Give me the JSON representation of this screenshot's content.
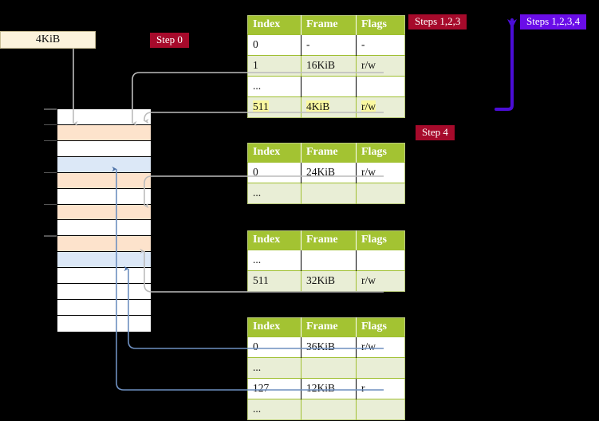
{
  "source": {
    "label": "4KiB"
  },
  "badges": [
    {
      "name": "step-0",
      "text": "Step 0",
      "color": "#A60A2B"
    },
    {
      "name": "steps-1-2-3",
      "text": "Steps 1,2,3",
      "color": "#A60A2B"
    },
    {
      "name": "steps-1-2-3-4",
      "text": "Steps 1,2,3,4",
      "color": "#6A0DE8"
    },
    {
      "name": "step-4",
      "text": "Step 4",
      "color": "#A60A2B"
    }
  ],
  "columns": {
    "index": "Index",
    "frame": "Frame",
    "flags": "Flags"
  },
  "tables": [
    {
      "name": "page-table-1",
      "rows": [
        {
          "index": "0",
          "frame": "-",
          "flags": "-",
          "alt": false,
          "highlight": false
        },
        {
          "index": "1",
          "frame": "16KiB",
          "flags": "r/w",
          "alt": true,
          "highlight": false
        },
        {
          "index": "...",
          "frame": "",
          "flags": "",
          "alt": false,
          "highlight": false
        },
        {
          "index": "511",
          "frame": "4KiB",
          "flags": "r/w",
          "alt": true,
          "highlight": true
        }
      ]
    },
    {
      "name": "page-table-2",
      "rows": [
        {
          "index": "0",
          "frame": "24KiB",
          "flags": "r/w",
          "alt": false,
          "highlight": false
        },
        {
          "index": "...",
          "frame": "",
          "flags": "",
          "alt": true,
          "highlight": false
        }
      ]
    },
    {
      "name": "page-table-3",
      "rows": [
        {
          "index": "...",
          "frame": "",
          "flags": "",
          "alt": false,
          "highlight": false
        },
        {
          "index": "511",
          "frame": "32KiB",
          "flags": "r/w",
          "alt": true,
          "highlight": false
        }
      ]
    },
    {
      "name": "page-table-4",
      "rows": [
        {
          "index": "0",
          "frame": "36KiB",
          "flags": "r/w",
          "alt": false,
          "highlight": false
        },
        {
          "index": "...",
          "frame": "",
          "flags": "",
          "alt": true,
          "highlight": false
        },
        {
          "index": "127",
          "frame": "12KiB",
          "flags": "r",
          "alt": false,
          "highlight": false
        },
        {
          "index": "...",
          "frame": "",
          "flags": "",
          "alt": true,
          "highlight": false
        }
      ]
    }
  ],
  "memory_column": {
    "name": "physical-memory-column",
    "rows": [
      {
        "fill": "white"
      },
      {
        "fill": "orange"
      },
      {
        "fill": "white"
      },
      {
        "fill": "blue"
      },
      {
        "fill": "orange"
      },
      {
        "fill": "white"
      },
      {
        "fill": "orange"
      },
      {
        "fill": "white"
      },
      {
        "fill": "orange"
      },
      {
        "fill": "blue"
      },
      {
        "fill": "white"
      },
      {
        "fill": "white"
      },
      {
        "fill": "white"
      },
      {
        "fill": "white"
      }
    ]
  },
  "colors": {
    "header_green": "#A3C332",
    "row_alt": "#E9EED6",
    "highlight_yellow": "#FAF8A0",
    "badge_red": "#A60A2B",
    "badge_blue": "#6A0DE8",
    "mem_orange": "#FDE3CC",
    "mem_blue": "#DCE8F7",
    "source_cream": "#FCF3DC",
    "wire_gray": "#B9B9B9",
    "wire_blue": "#6E8FBF",
    "arrow_purple": "#4B0DD6"
  }
}
